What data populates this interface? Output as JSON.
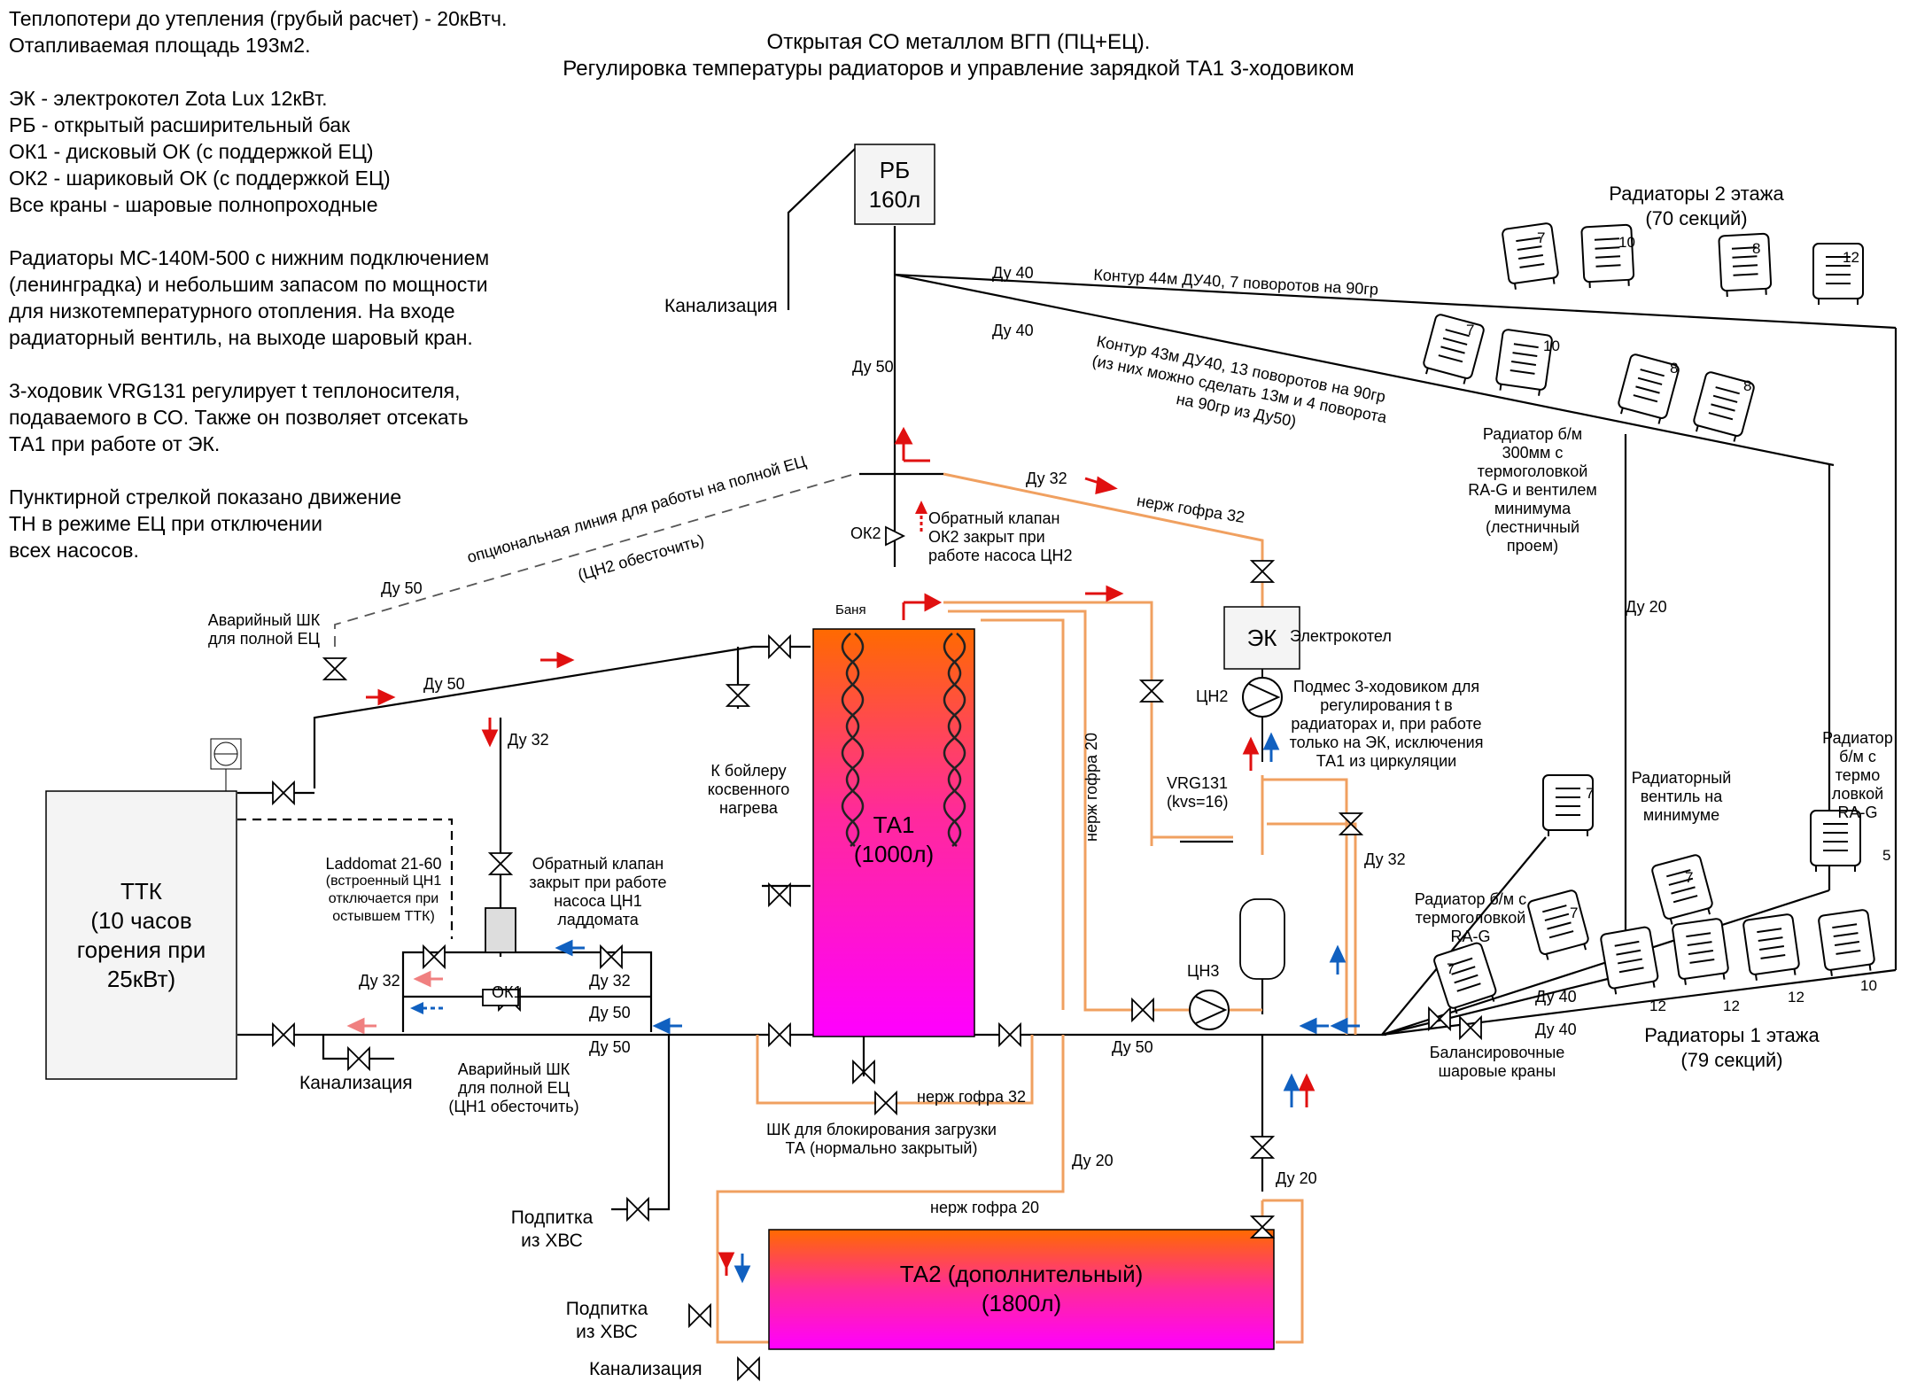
{
  "title": {
    "line1": "Открытая СО металлом ВГП (ПЦ+ЕЦ).",
    "line2": "Регулировка температуры радиаторов и управление зарядкой ТА1 3-ходовиком"
  },
  "notes": {
    "heat_loss": "Теплопотери до утепления (грубый расчет) - 20кВтч.",
    "area": "Отапливаемая площадь 193м2.",
    "ek": "ЭК - электрокотел Zota Lux 12кВт.",
    "rb": "РБ - открытый расширительный бак",
    "ok1": "ОК1 - дисковый ОК (с поддержкой ЕЦ)",
    "ok2": "ОК2 - шариковый ОК (с поддержкой ЕЦ)",
    "valves": "Все краны - шаровые полнопроходные",
    "rad1": "Радиаторы МС-140М-500 с нижним подключением",
    "rad2": "(ленинградка) и небольшим запасом по мощности",
    "rad3": "для низкотемпературного отопления. На входе",
    "rad4": "радиаторный вентиль, на выходе шаровый кран.",
    "vrg1": "3-ходовик VRG131 регулирует t теплоносителя,",
    "vrg2": "подаваемого в СО. Также он позволяет отсекать",
    "vrg3": "ТА1 при работе от ЭК.",
    "dash1": "Пунктирной стрелкой показано движение",
    "dash2": "ТН в режиме ЕЦ при отключении",
    "dash3": "всех насосов."
  },
  "equipment": {
    "rb": [
      "РБ",
      "160л"
    ],
    "ek": "ЭК",
    "ek_label": "Электрокотел",
    "ttk": [
      "ТТК",
      "(10 часов",
      "горения при",
      "25кВт)"
    ],
    "ta1": [
      "ТА1",
      "(1000л)"
    ],
    "ta2": [
      "ТА2 (дополнительный)",
      "(1800л)"
    ],
    "cn1": "ЦН1",
    "cn2": "ЦН2",
    "cn3": "ЦН3",
    "ok1": "ОК1",
    "ok2": "ОК2",
    "vrg": [
      "VRG131",
      "(kvs=16)"
    ],
    "banya": "Баня"
  },
  "labels": {
    "kanal_top": "Канализация",
    "du50": "Ду 50",
    "du40": "Ду 40",
    "du32": "Ду 32",
    "du20": "Ду 20",
    "contour1": "Контур 44м ДУ40, 7 поворотов на 90гр",
    "contour2a": "Контур 43м ДУ40, 13 поворотов на 90гр",
    "contour2b": "(из них можно сделать 13м и 4 поворота",
    "contour2c": "на 90гр из Ду50)",
    "nerzh32": "нерж гофра 32",
    "nerzh20": "нерж гофра 20",
    "optional1": "опциональная линия для работы на полной ЕЦ",
    "optional2": "(ЦН2 обесточить)",
    "ok2_desc": [
      "Обратный клапан",
      "ОК2 закрыт при",
      "работе насоса ЦН2"
    ],
    "ok_cn1_desc": [
      "Обратный клапан",
      "закрыт при работе",
      "насоса ЦН1",
      "ладдомата"
    ],
    "avar_top": [
      "Аварийный ШК",
      "для полной ЕЦ"
    ],
    "avar_bottom": [
      "Аварийный ШК",
      "для полной ЕЦ",
      "(ЦН1 обесточить)"
    ],
    "laddomat": [
      "Laddomat 21-60",
      "(встроенный ЦН1",
      "отключается при",
      "остывшем ТТК)"
    ],
    "boiler": [
      "К бойлеру",
      "косвенного",
      "нагрева"
    ],
    "podmes": [
      "Подмес 3-ходовиком для",
      "регулирования t в",
      "радиаторах и, при работе",
      "только на ЭК, исключения",
      "ТА1 из циркуляции"
    ],
    "shk_block": [
      "ШК для блокирования загрузки",
      "ТА (нормально закрытый)"
    ],
    "kanal_left": "Канализация",
    "kanal_bottom": "Канализация",
    "podpitka": [
      "Подпитка",
      "из ХВС"
    ],
    "rad_floor2": [
      "Радиаторы 2 этажа",
      "(70 секций)"
    ],
    "rad_floor1": [
      "Радиаторы 1 этажа",
      "(79 секций)"
    ],
    "rad_stair": [
      "Радиатор б/м",
      "300мм с",
      "термоголовкой",
      "RA-G и вентилем",
      "минимума",
      "(лестничный",
      "проем)"
    ],
    "rad_vent": [
      "Радиаторный",
      "вентиль на",
      "минимуме"
    ],
    "rad_right": [
      "Радиатор",
      "б/м с",
      "термо",
      "ловкой",
      "RA-G"
    ],
    "rad_ra": [
      "Радиатор б/м с",
      "термоголовкой",
      "RA-G"
    ],
    "balance": [
      "Балансировочные",
      "шаровые краны"
    ]
  },
  "radiator_sections": {
    "floor2_top": [
      "7",
      "10",
      "8",
      "12"
    ],
    "floor2_mid": [
      "7",
      "10",
      "8",
      "8"
    ],
    "floor1": [
      "7",
      "7",
      "7",
      "12",
      "12",
      "12",
      "10"
    ],
    "single": [
      "7",
      "5"
    ]
  },
  "colors": {
    "pipe": "#000000",
    "hose": "#f0a060",
    "supply_arrow": "#e01010",
    "return_arrow": "#1060c0",
    "faint_red": "#f08080",
    "tank_top": "#ff6a00",
    "tank_bottom": "#ff00ff"
  }
}
